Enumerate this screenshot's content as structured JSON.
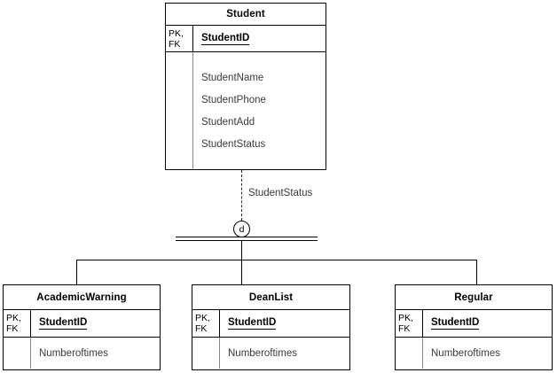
{
  "diagram": {
    "type": "er-diagram",
    "notation": "enhanced-entity-relationship",
    "specialization": {
      "symbol": "d",
      "meaning_label": "d",
      "discriminator_label": "StudentStatus",
      "line_style": "double-line-total-participation"
    }
  },
  "supertype": {
    "name": "Student",
    "key_label_line1": "PK,",
    "key_label_line2": "FK",
    "primary_key": "StudentID",
    "attributes": [
      "StudentName",
      "StudentPhone",
      "StudentAdd",
      "StudentStatus"
    ]
  },
  "subtypes": [
    {
      "name": "AcademicWarning",
      "key_label_line1": "PK,",
      "key_label_line2": "FK",
      "primary_key": "StudentID",
      "attributes": [
        "Numberoftimes"
      ]
    },
    {
      "name": "DeanList",
      "key_label_line1": "PK,",
      "key_label_line2": "FK",
      "primary_key": "StudentID",
      "attributes": [
        "Numberoftimes"
      ]
    },
    {
      "name": "Regular",
      "key_label_line1": "PK,",
      "key_label_line2": "FK",
      "primary_key": "StudentID",
      "attributes": [
        "Numberoftimes"
      ]
    }
  ],
  "colors": {
    "stroke": "#000000",
    "attribute_text": "#3b3b3b",
    "background": "#ffffff"
  }
}
